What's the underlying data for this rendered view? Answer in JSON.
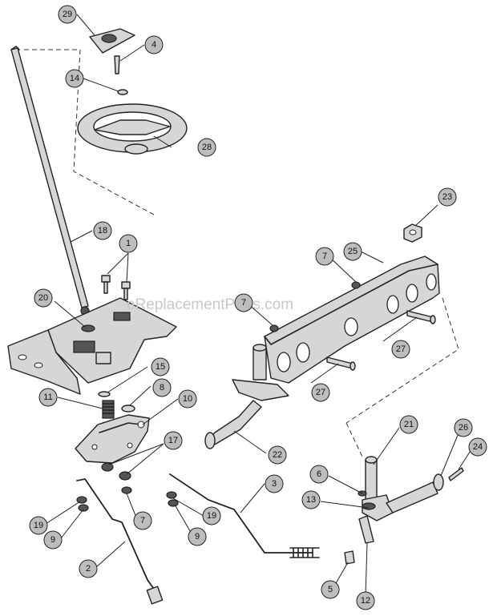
{
  "watermark": "eReplacementParts.com",
  "callouts": [
    "29",
    "4",
    "14",
    "28",
    "18",
    "1",
    "20",
    "23",
    "7",
    "25",
    "7",
    "27",
    "27",
    "15",
    "8",
    "10",
    "11",
    "17",
    "22",
    "21",
    "26",
    "24",
    "6",
    "13",
    "3",
    "19",
    "9",
    "7",
    "19",
    "9",
    "2",
    "5",
    "12"
  ]
}
